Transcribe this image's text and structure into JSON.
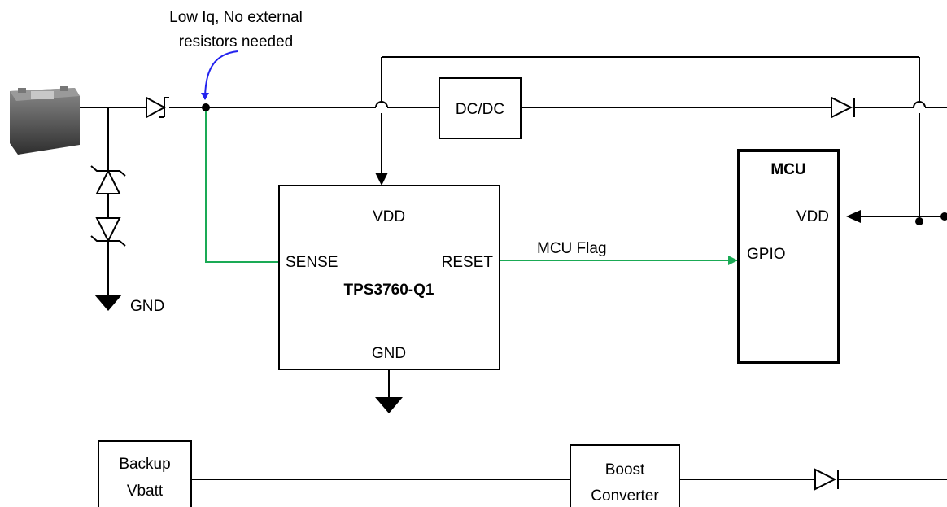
{
  "annotation": {
    "line1": "Low Iq, No external",
    "line2": "resistors needed"
  },
  "dcdc": {
    "label": "DC/DC"
  },
  "tps": {
    "pin_vdd": "VDD",
    "pin_sense": "SENSE",
    "pin_reset": "RESET",
    "name": "TPS3760-Q1",
    "pin_gnd": "GND"
  },
  "mcu": {
    "title": "MCU",
    "pin_vdd": "VDD",
    "pin_gpio": "GPIO"
  },
  "signal": {
    "label": "MCU Flag"
  },
  "gnd_label": "GND",
  "backup": {
    "line1": "Backup",
    "line2": "Vbatt"
  },
  "boost": {
    "line1": "Boost",
    "line2": "Converter"
  },
  "colors": {
    "wire": "#000000",
    "sense": "#1aaa55",
    "annotation_arrow": "#2222ee",
    "battery_body": "#4a4a4a"
  },
  "icons": [
    "battery-icon",
    "schottky-diode-icon",
    "zener-diode-icon",
    "diode-icon",
    "ground-icon",
    "wire-crossing-icon"
  ]
}
